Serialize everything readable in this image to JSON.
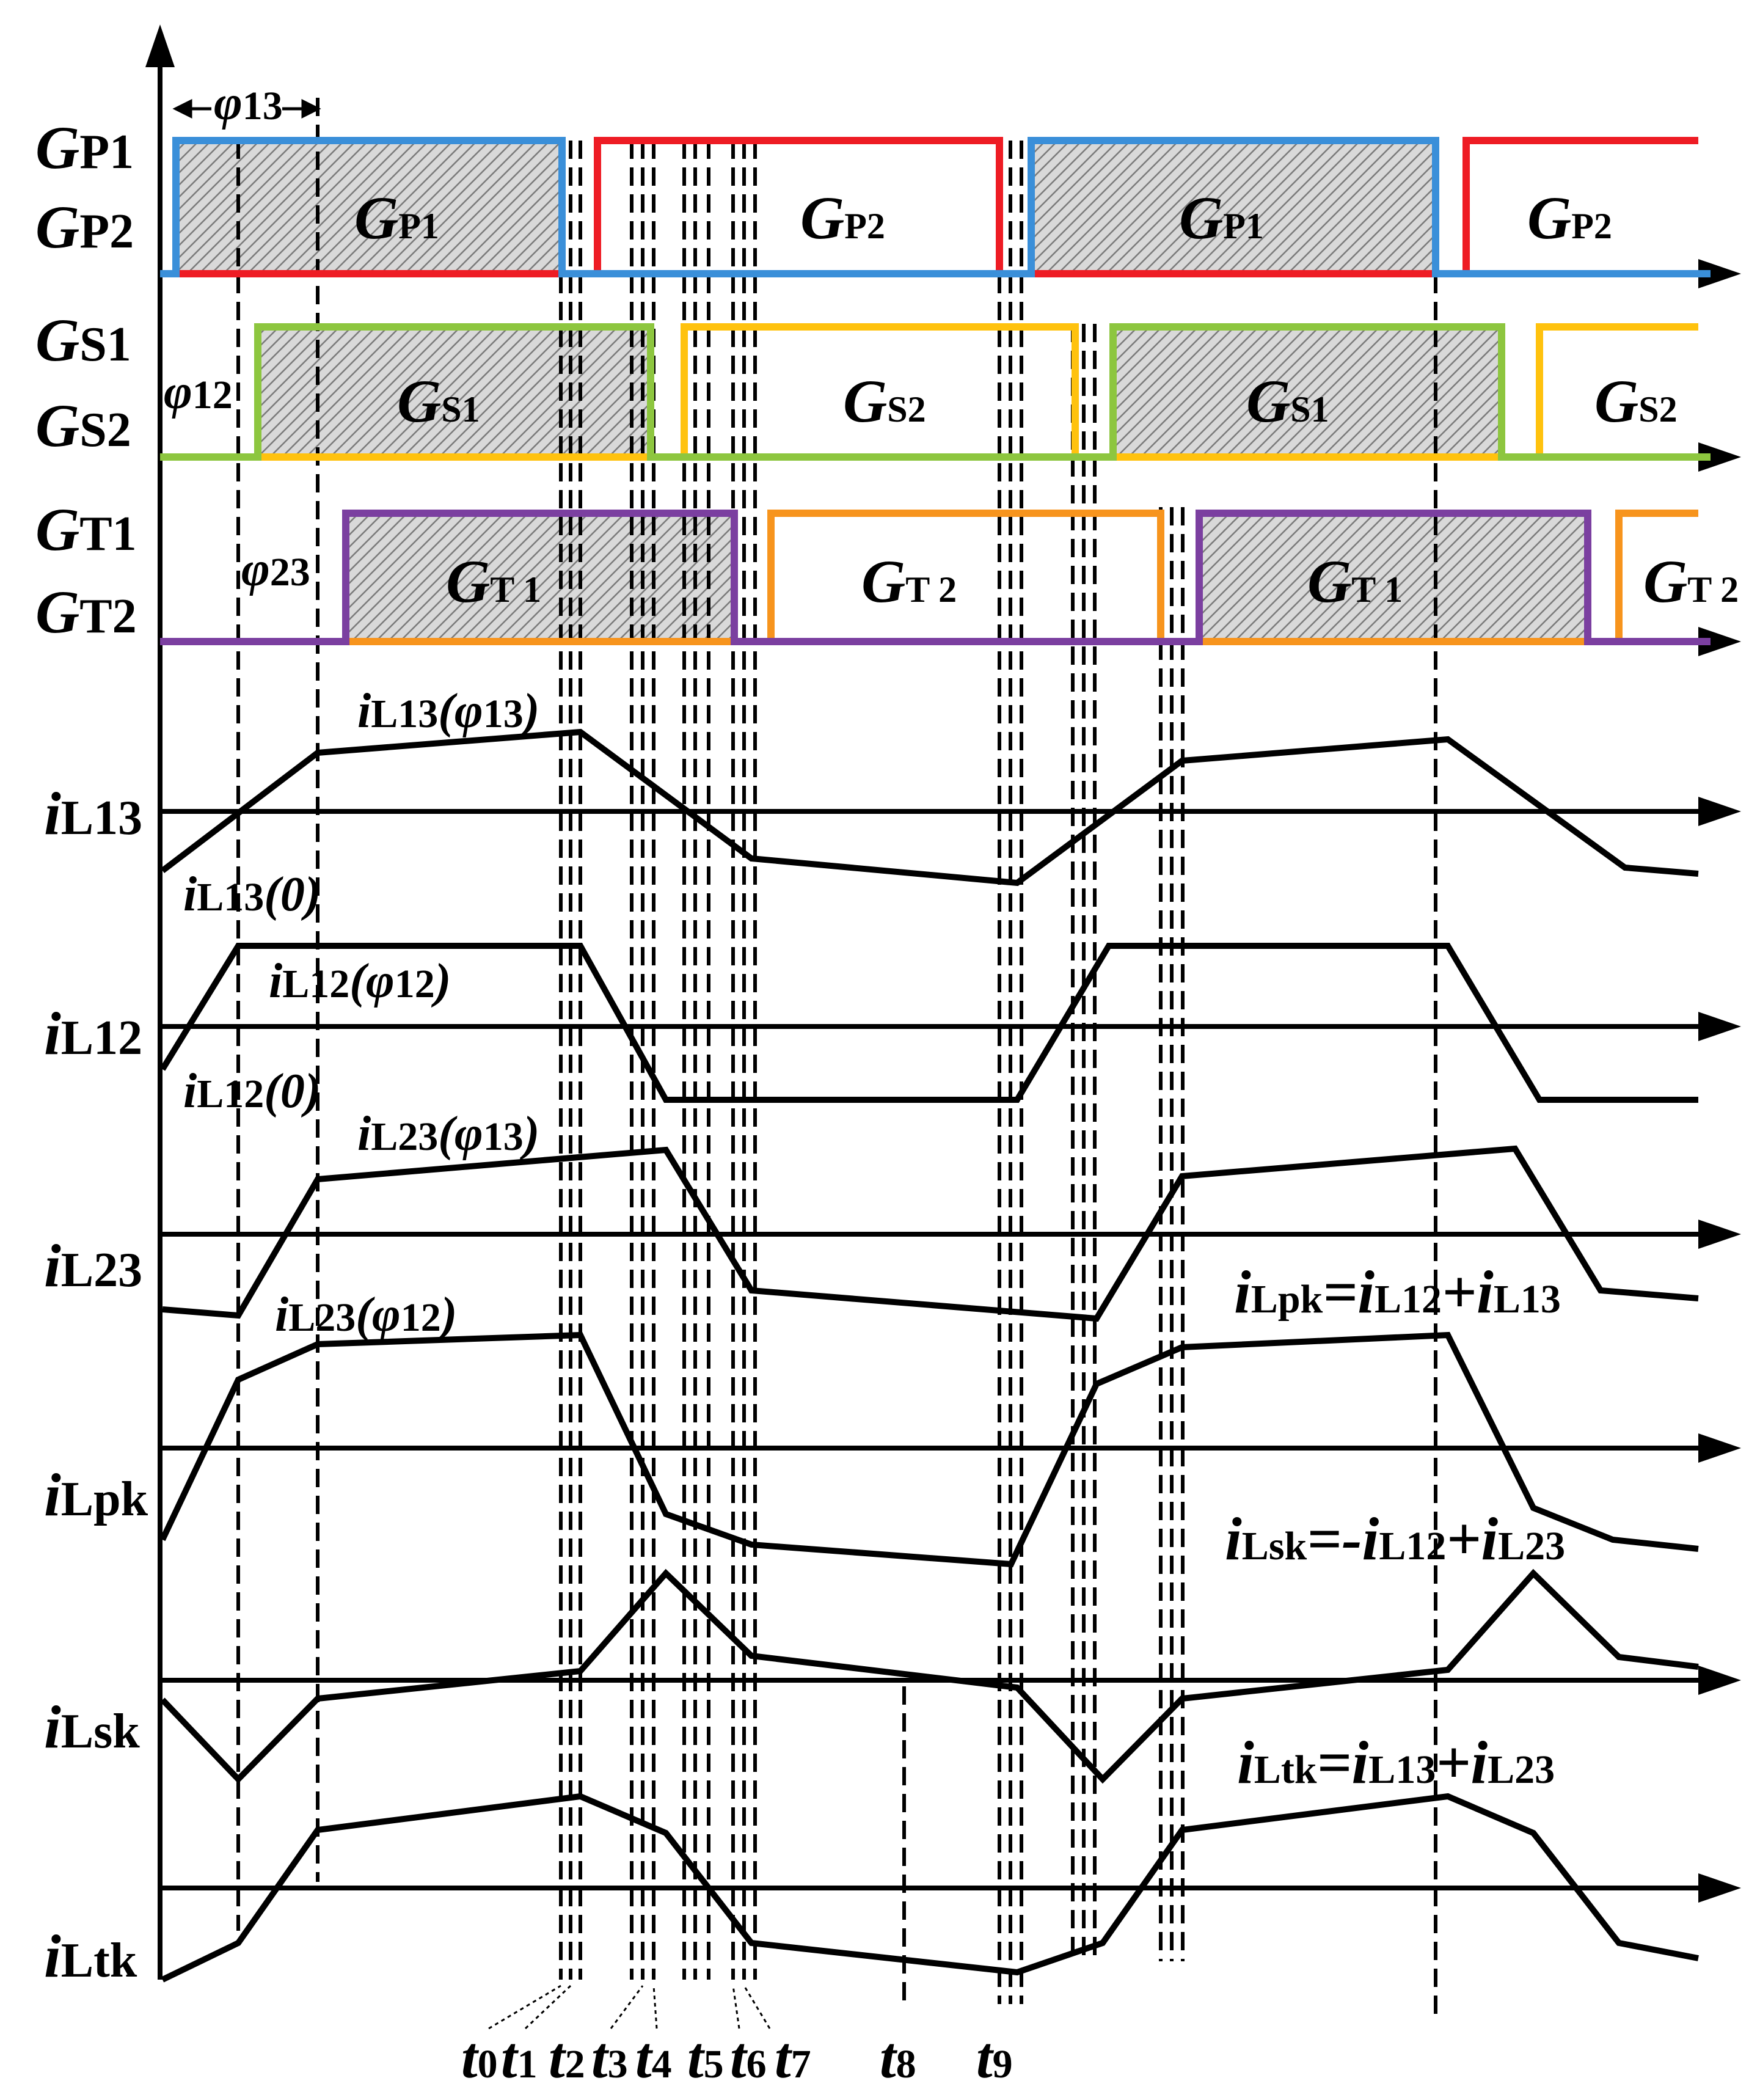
{
  "gate_rows": [
    {
      "top": {
        "sym": "G",
        "sub": "P1"
      },
      "bottom": {
        "sym": "G",
        "sub": "P2"
      }
    },
    {
      "top": {
        "sym": "G",
        "sub": "S1"
      },
      "bottom": {
        "sym": "G",
        "sub": "S2"
      }
    },
    {
      "top": {
        "sym": "G",
        "sub": "T1"
      },
      "bottom": {
        "sym": "G",
        "sub": "T2"
      }
    }
  ],
  "pulse_labels": {
    "p1": {
      "sym": "G",
      "sub": "P1"
    },
    "p2": {
      "sym": "G",
      "sub": "P2"
    },
    "s1": {
      "sym": "G",
      "sub": "S1"
    },
    "s2": {
      "sym": "G",
      "sub": "S2"
    },
    "t1": {
      "sym": "G",
      "sub": "T 1"
    },
    "t2": {
      "sym": "G",
      "sub": "T 2"
    }
  },
  "phase_labels": {
    "phi13": {
      "sym": "φ",
      "sub": "13"
    },
    "phi12": {
      "sym": "φ",
      "sub": "12"
    },
    "phi23": {
      "sym": "φ",
      "sub": "23"
    }
  },
  "current_rows": [
    {
      "sym": "i",
      "sub": "L13"
    },
    {
      "sym": "i",
      "sub": "L12"
    },
    {
      "sym": "i",
      "sub": "L23"
    },
    {
      "sym": "i",
      "sub": "Lpk"
    },
    {
      "sym": "i",
      "sub": "Lsk"
    },
    {
      "sym": "i",
      "sub": "Ltk"
    }
  ],
  "annotations": {
    "iL13_phi13": {
      "pre": "i",
      "sub": "L13",
      "arg": "(φ",
      "argsub": "13",
      "close": ")"
    },
    "iL13_0": {
      "pre": "i",
      "sub": "L13",
      "arg": "(0)"
    },
    "iL12_phi12": {
      "pre": "i",
      "sub": "L12",
      "arg": "(φ",
      "argsub": "12",
      "close": ")"
    },
    "iL12_0": {
      "pre": "i",
      "sub": "L12",
      "arg": "(0)"
    },
    "iL23_phi13": {
      "pre": "i",
      "sub": "L23",
      "arg": "(φ",
      "argsub": "13",
      "close": ")"
    },
    "iL23_phi12": {
      "pre": "i",
      "sub": "L23",
      "arg": "(φ",
      "argsub": "12",
      "close": ")"
    }
  },
  "equations": {
    "pk": {
      "lhs": "i",
      "lhs_sub": "Lpk",
      "eq": "=",
      "t1": "i",
      "t1_sub": "L12",
      "op": "+",
      "t2": "i",
      "t2_sub": "L13"
    },
    "sk": {
      "lhs": "i",
      "lhs_sub": "Lsk",
      "eq": "=-",
      "t1": "i",
      "t1_sub": "L12",
      "op": "+",
      "t2": "i",
      "t2_sub": "L23"
    },
    "tk": {
      "lhs": "i",
      "lhs_sub": "Ltk",
      "eq": "=",
      "t1": "i",
      "t1_sub": "L13",
      "op": "+",
      "t2": "i",
      "t2_sub": "L23"
    }
  },
  "time_labels": [
    {
      "sym": "t",
      "sub": "0"
    },
    {
      "sym": "t",
      "sub": "1"
    },
    {
      "sym": "t",
      "sub": "2"
    },
    {
      "sym": "t",
      "sub": "3"
    },
    {
      "sym": "t",
      "sub": "4"
    },
    {
      "sym": "t",
      "sub": "5"
    },
    {
      "sym": "t",
      "sub": "6"
    },
    {
      "sym": "t",
      "sub": "7"
    },
    {
      "sym": "t",
      "sub": "8"
    },
    {
      "sym": "t",
      "sub": "9"
    }
  ],
  "colors": {
    "P1": "#3a8fd9",
    "P2": "#ee1c24",
    "S1": "#8dc63f",
    "S2": "#ffc20e",
    "T1": "#7b3fa0",
    "T2": "#f7941d",
    "axis": "#000000"
  }
}
